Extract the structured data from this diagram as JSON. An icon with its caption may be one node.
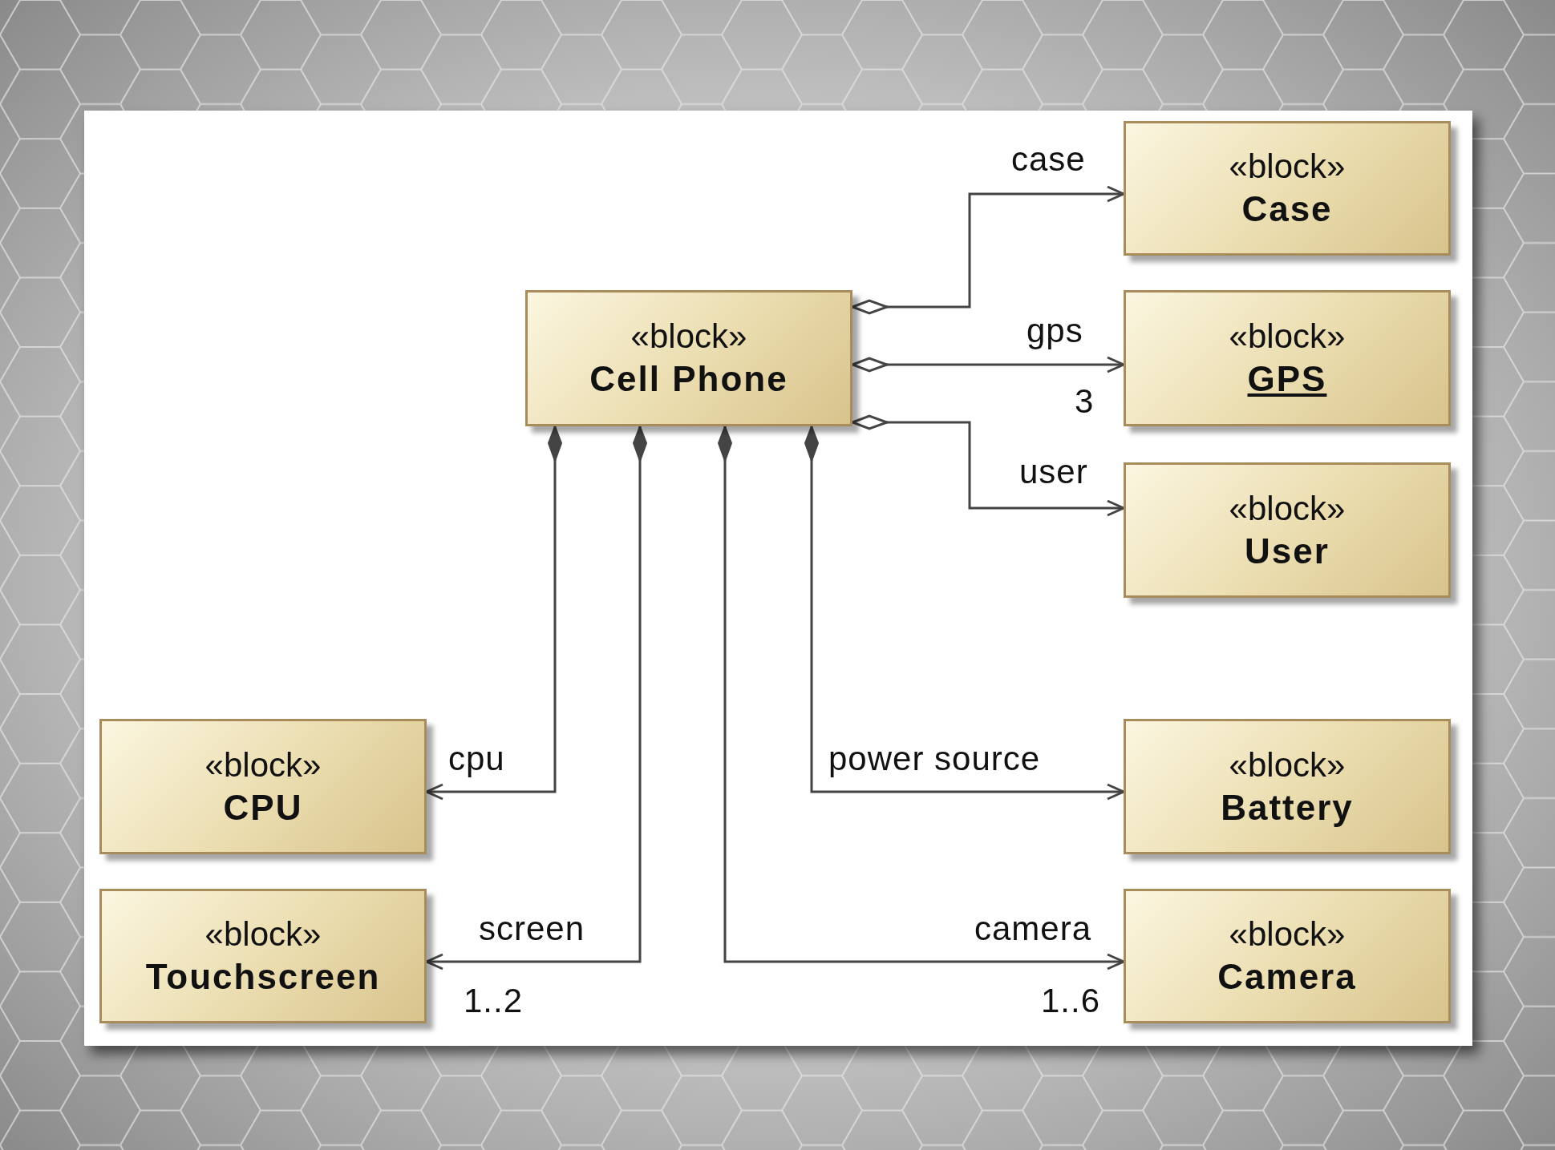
{
  "diagram": {
    "nodes": [
      {
        "text": [
          "«block»",
          "Case"
        ]
      },
      {
        "text": [
          "«block»",
          "Cell Phone"
        ]
      },
      {
        "text": [
          "«block»",
          "GPS"
        ]
      },
      {
        "text": [
          "«block»",
          "User"
        ]
      },
      {
        "text": [
          "«block»",
          "CPU"
        ]
      },
      {
        "text": [
          "«block»",
          "Battery"
        ]
      },
      {
        "text": [
          "«block»",
          "Touchscreen"
        ]
      },
      {
        "text": [
          "«block»",
          "Camera"
        ]
      }
    ],
    "edges": [
      {
        "from": 1,
        "to": 0,
        "arrow": "to",
        "label": "case"
      },
      {
        "from": 1,
        "to": 2,
        "arrow": "to",
        "label": "gps"
      },
      {
        "from": 1,
        "to": 3,
        "arrow": "to",
        "label": "user"
      },
      {
        "from": 1,
        "to": 4,
        "arrow": "to",
        "label": "cpu"
      },
      {
        "from": 1,
        "to": 6,
        "arrow": "to",
        "label": "screen"
      },
      {
        "from": 1,
        "to": 7,
        "arrow": "to",
        "label": "camera"
      },
      {
        "from": 1,
        "to": 5,
        "arrow": "to",
        "label": "power source"
      }
    ],
    "labels": [
      "3",
      "1..2",
      "1..6"
    ]
  }
}
